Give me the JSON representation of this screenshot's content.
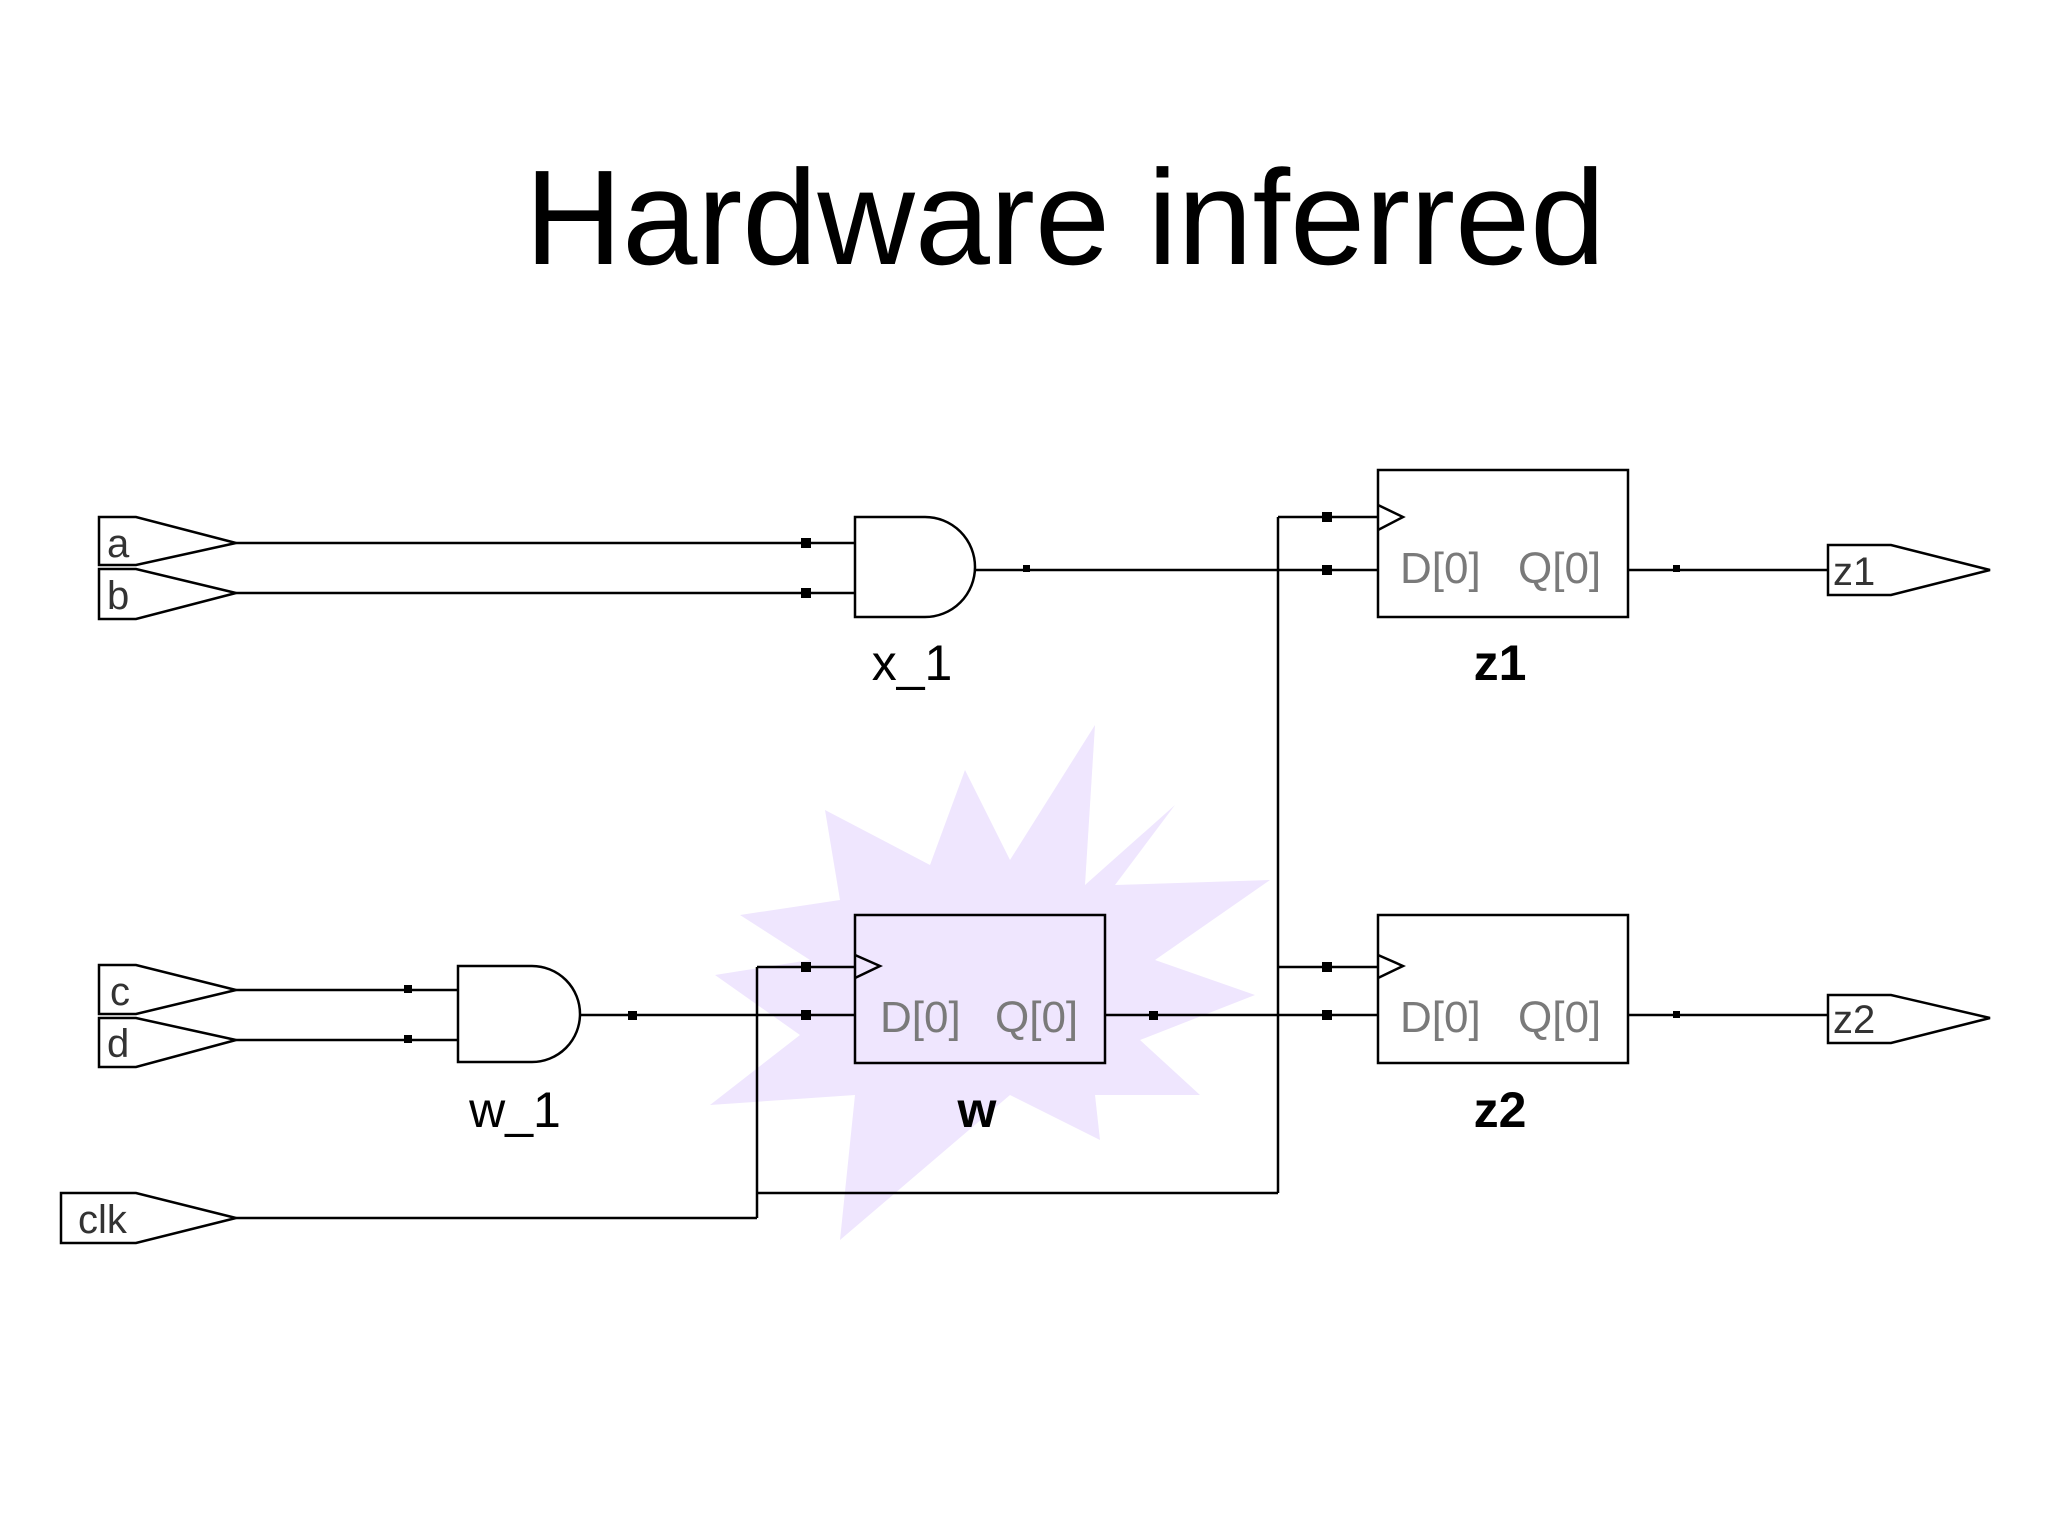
{
  "title": "Hardware inferred",
  "colors": {
    "highlight": "#efe6fe",
    "wire": "#000000",
    "pin_label": "#7a7a7a"
  },
  "ports": {
    "inputs": [
      "a",
      "b",
      "c",
      "d",
      "clk"
    ],
    "outputs": [
      "z1",
      "z2"
    ]
  },
  "gates": {
    "and_top": "x_1",
    "and_bottom": "w_1"
  },
  "registers": [
    {
      "name": "w",
      "d_pin": "D[0]",
      "q_pin": "Q[0]"
    },
    {
      "name": "z1",
      "d_pin": "D[0]",
      "q_pin": "Q[0]"
    },
    {
      "name": "z2",
      "d_pin": "D[0]",
      "q_pin": "Q[0]"
    }
  ]
}
